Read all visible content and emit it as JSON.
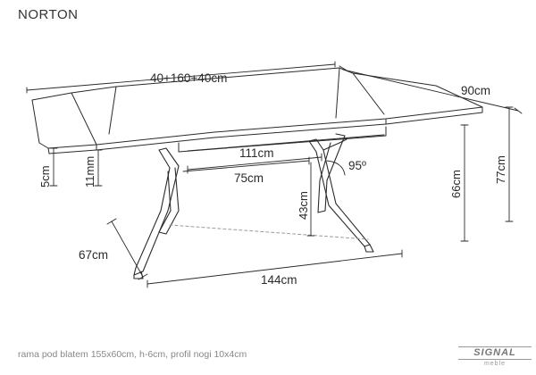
{
  "title": "NORTON",
  "dimensions": {
    "top_length": "40+160+40cm",
    "depth": "90cm",
    "frame_length": "111cm",
    "inner_length": "75cm",
    "leg_angle": "95º",
    "top_thickness": "5cm",
    "profile_thickness": "11mm",
    "under_frame_height": "43cm",
    "clearance_height": "66cm",
    "total_height": "77cm",
    "leg_depth": "67cm",
    "leg_span": "144cm"
  },
  "footer_note": "rama pod blatem 155x60cm, h-6cm, profil nogi 10x4cm",
  "brand": {
    "name": "SIGNAL",
    "subtitle": "meble"
  },
  "colors": {
    "line": "#2b2b2b",
    "hidden_line": "#9a9a9a",
    "background": "#ffffff"
  }
}
